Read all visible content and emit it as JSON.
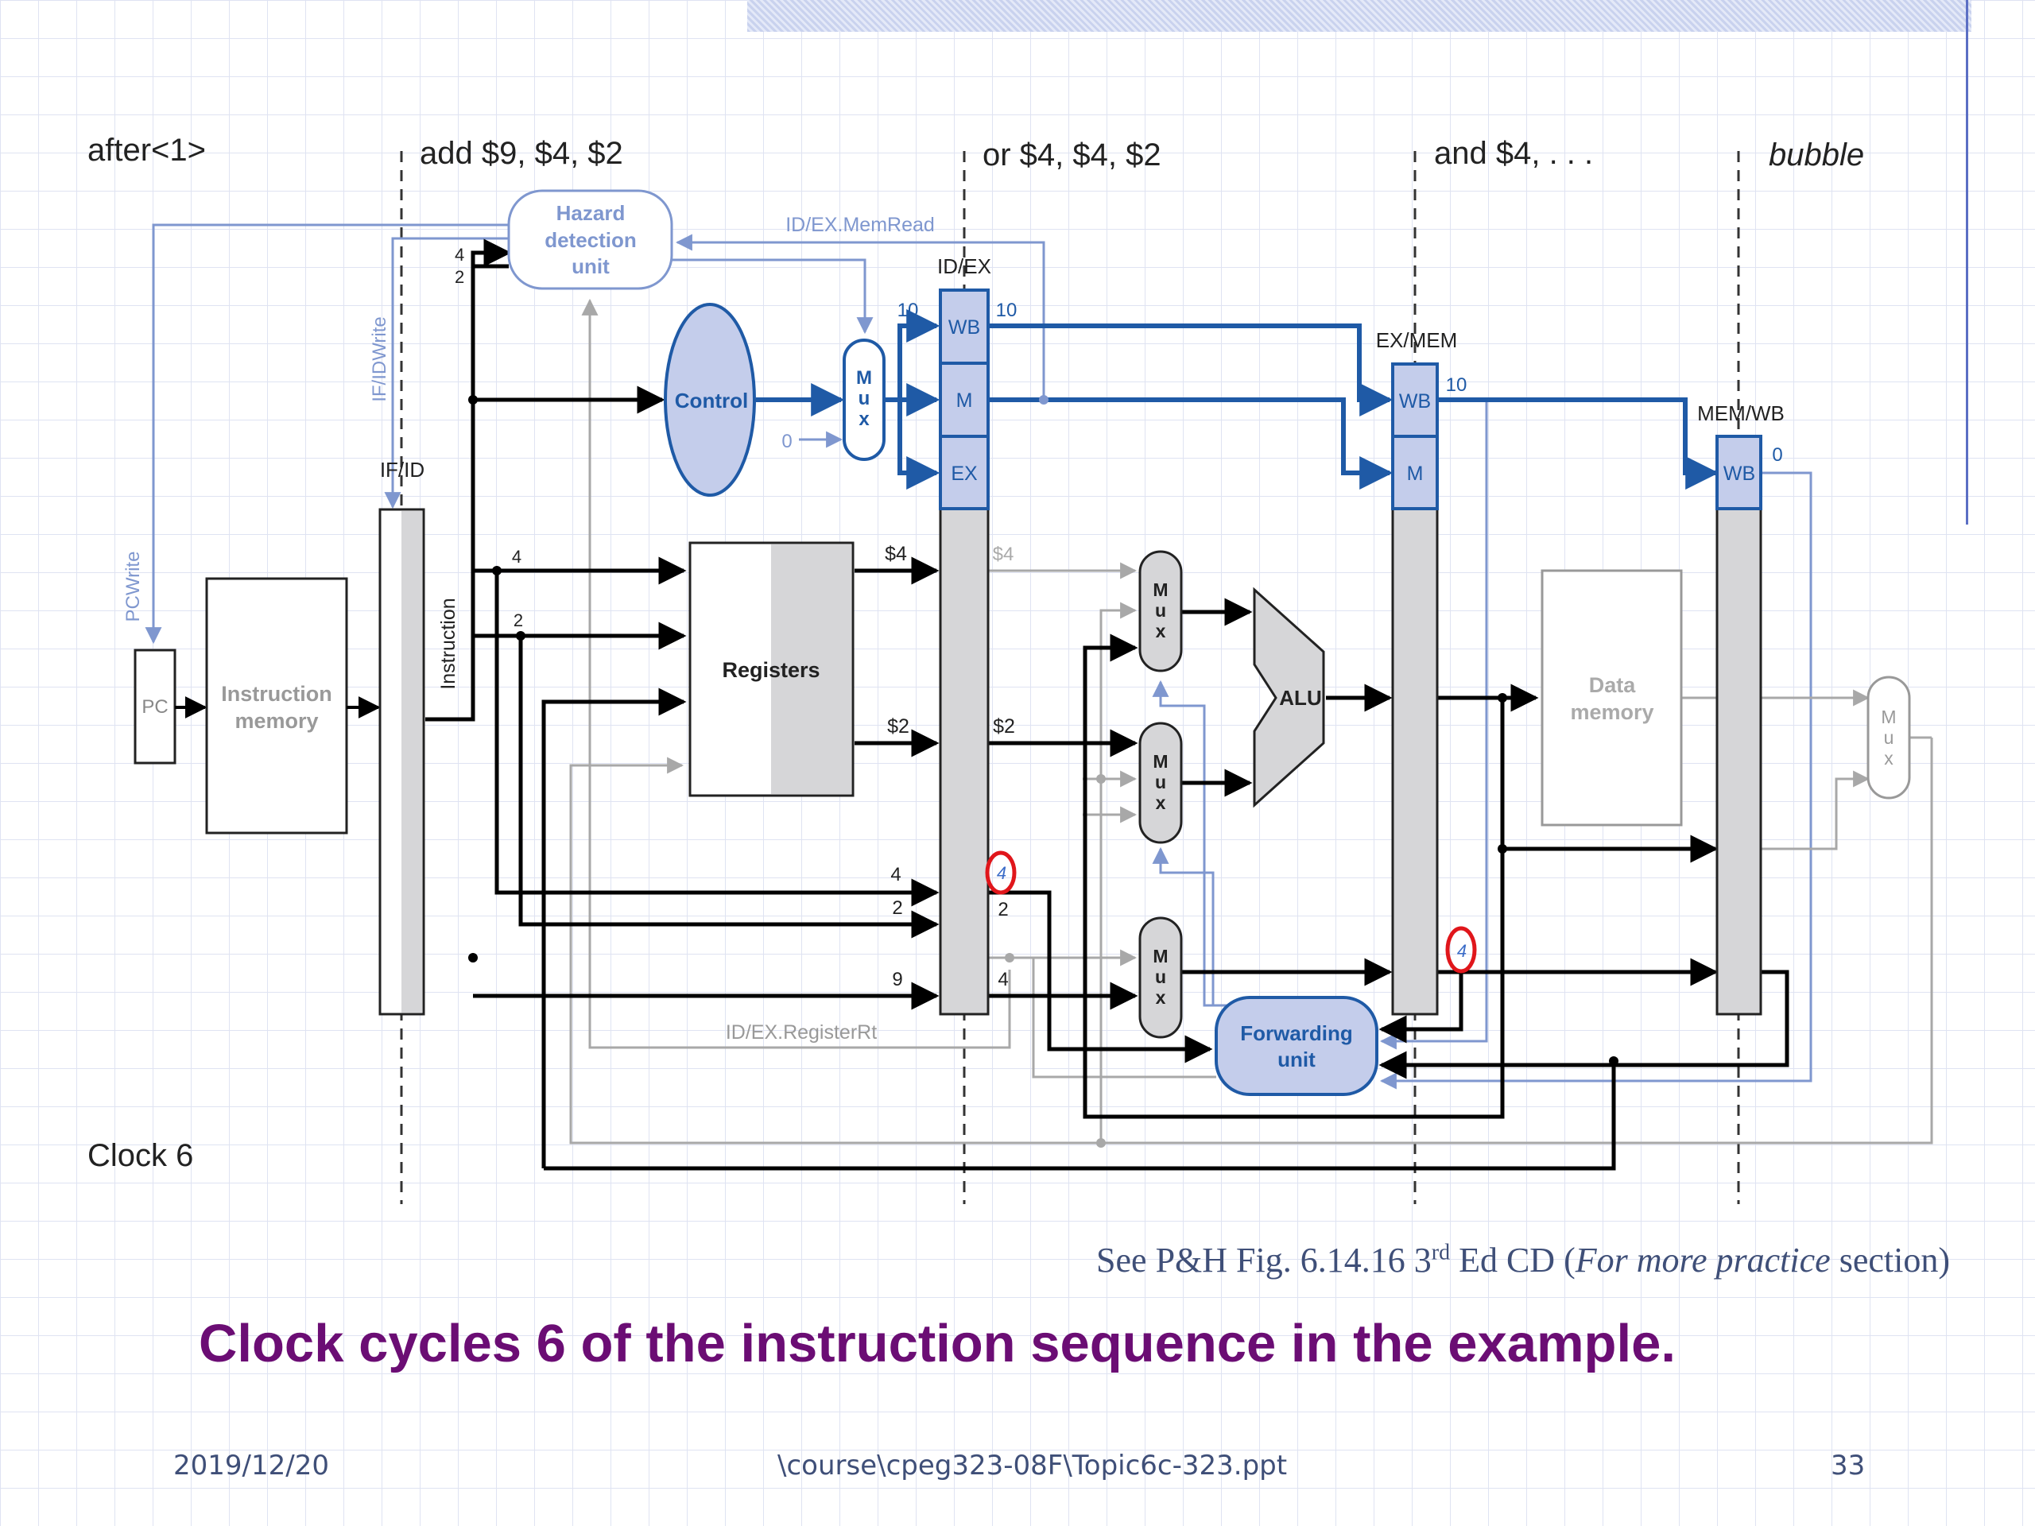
{
  "diagram": {
    "stages": {
      "after": "after<1>",
      "add": "add $9, $4, $2",
      "or": "or $4, $4, $2",
      "and": "and $4, . . .",
      "bubble": "bubble"
    },
    "clock": "Clock 6",
    "units": {
      "hazard": [
        "Hazard",
        "detection",
        "unit"
      ],
      "control": "Control",
      "registers": "Registers",
      "alu": "ALU",
      "instruction_memory": [
        "Instruction",
        "memory"
      ],
      "data_memory": [
        "Data",
        "memory"
      ],
      "forwarding": [
        "Forwarding",
        "unit"
      ],
      "pc": "PC",
      "mux_letters": [
        "M",
        "u",
        "x"
      ]
    },
    "registers_labels": {
      "if_id": "IF/ID",
      "id_ex": "ID/EX",
      "ex_mem": "EX/MEM",
      "mem_wb": "MEM/WB",
      "wb": "WB",
      "m": "M",
      "ex": "EX"
    },
    "signals": {
      "pcwrite": "PCWrite",
      "ifidwrite": "IF/IDWrite",
      "memread": "ID/EX.MemRead",
      "registerrt": "ID/EX.RegisterRt",
      "instruction": "Instruction"
    },
    "values": {
      "haz_4": "4",
      "haz_2": "2",
      "ctrl_0": "0",
      "idex_in": "10",
      "idex_out": "10",
      "exmem_out": "10",
      "memwb_out": "0",
      "ifid_rs": "4",
      "ifid_rt": "2",
      "reg1": "$4",
      "reg2": "$2",
      "reg1_out": "$4",
      "reg2_out": "$2",
      "rs_in": "4",
      "rt_in": "2",
      "rd_in": "9",
      "rs_out": "4",
      "rt_out": "2",
      "rd_out": "4",
      "exmem_rd": "4"
    }
  },
  "caption": {
    "prefix": "See P&H Fig. 6.14.16 3",
    "sup": "rd",
    "middle": " Ed CD (",
    "italic": "For more practice",
    "suffix": " section)"
  },
  "subtitle": "Clock cycles 6 of the instruction sequence in the example.",
  "footer": {
    "date": "2019/12/20",
    "path": "\\course\\cpeg323-08F\\Topic6c-323.ppt",
    "page": "33"
  }
}
